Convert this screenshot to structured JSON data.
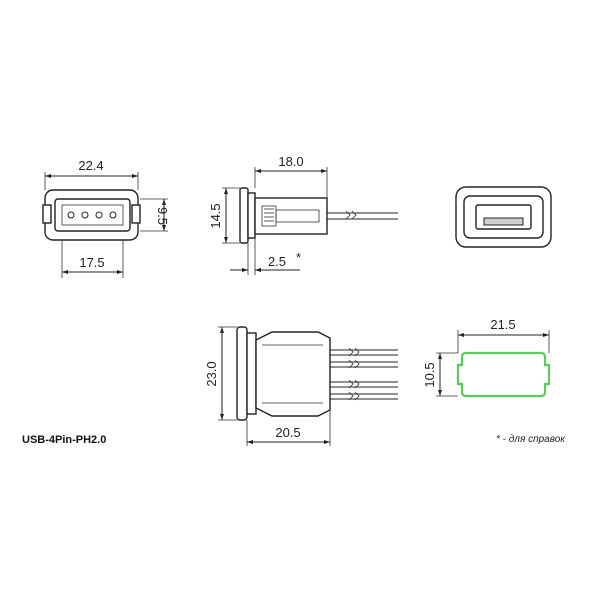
{
  "dimensions": {
    "front_width": "22.4",
    "front_height": "9.5",
    "front_base": "17.5",
    "side_length": "18.0",
    "side_height": "14.5",
    "side_flange": "2.5",
    "side_flange_mark": "*",
    "bottom_height": "23.0",
    "bottom_depth": "20.5",
    "cutout_width": "21.5",
    "cutout_height": "10.5"
  },
  "labels": {
    "part_name": "USB-4Pin-PH2.0",
    "reference_note": "* - для справок"
  },
  "colors": {
    "outline": "#222222",
    "cutout": "#5ec85e"
  }
}
